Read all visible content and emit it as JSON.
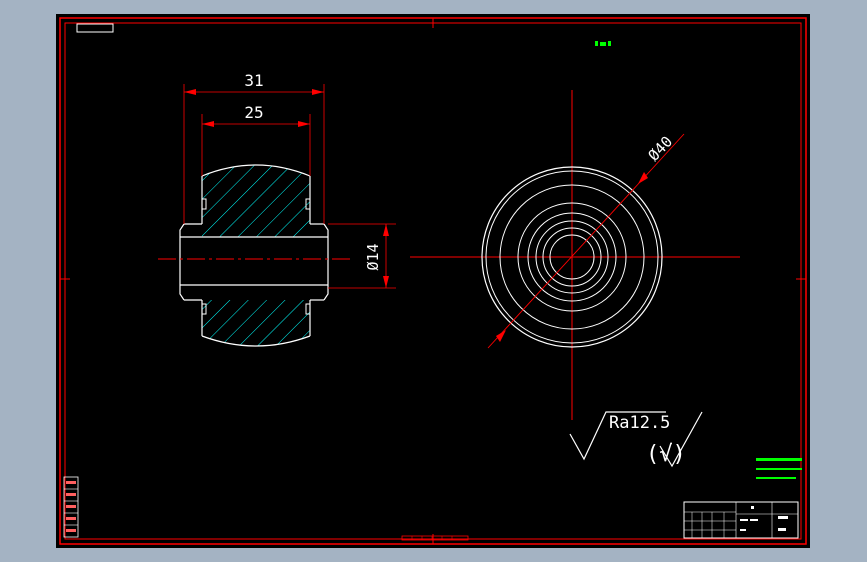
{
  "drawing": {
    "side_view": {
      "dim_overall_width": "31",
      "dim_inner_width": "25",
      "dim_bore_diameter": "Ø14"
    },
    "front_view": {
      "dim_outer_diameter": "Ø40"
    },
    "surface_finish": {
      "roughness_label": "Ra12.5",
      "other_surfaces_mark": "(√)"
    },
    "tech_notes_visible": false
  },
  "colors": {
    "frame": "#ff0000",
    "geometry": "#ffffff",
    "hatch": "#00ffff",
    "centerline": "#ff0000",
    "notes": "#00ff00",
    "canvas_background": "#000000",
    "app_background": "#a4b3c3"
  }
}
